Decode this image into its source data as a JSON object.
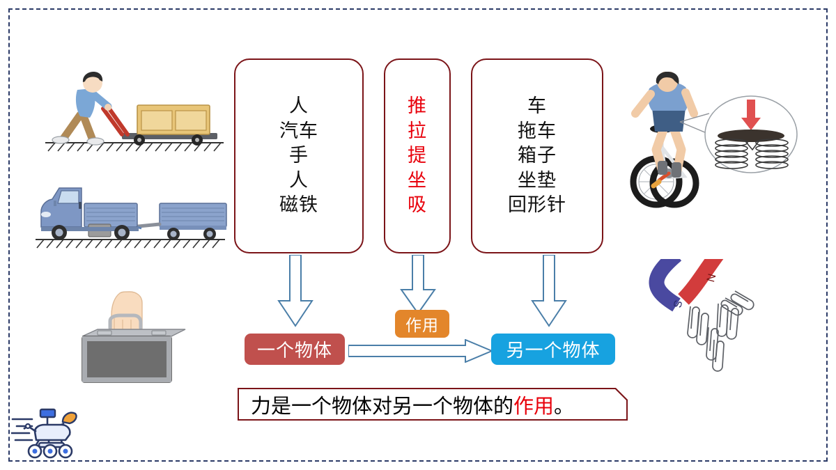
{
  "slide": {
    "title": "力是一个物体对另一个物体的作用",
    "background": "#ffffff",
    "frame_color": "#2b3a67"
  },
  "boxes": {
    "subject": {
      "name": "一个物体",
      "border_color": "#7b1418",
      "text_color": "#111111",
      "items": [
        "人",
        "汽车",
        "手",
        "人",
        "磁铁"
      ]
    },
    "verb": {
      "name": "作用",
      "border_color": "#7b1418",
      "text_color": "#e8000b",
      "items": [
        "推",
        "拉",
        "提",
        "坐",
        "吸"
      ]
    },
    "object": {
      "name": "另一个物体",
      "border_color": "#7b1418",
      "text_color": "#111111",
      "items": [
        "车",
        "拖车",
        "箱子",
        "坐垫",
        "回形针"
      ]
    }
  },
  "pills": {
    "one_object": {
      "label": "一个物体",
      "color": "#c0504d"
    },
    "action": {
      "label": "作用",
      "color": "#e3862b"
    },
    "other_object": {
      "label": "另一个物体",
      "color": "#17a2e0"
    }
  },
  "arrows": {
    "outline_color": "#4a7ea8",
    "fill": "#ffffff",
    "down_count": 3,
    "horizontal_label": ""
  },
  "conclusion": {
    "prefix": "力是一个物体对另一个物体的",
    "highlight": "作用",
    "suffix": "。",
    "border_color": "#7b1418",
    "highlight_color": "#e8000b"
  },
  "illustrations": {
    "cart": "person-pushing-cart-with-crate",
    "truck": "truck-towing-trailer",
    "suitcase": "hand-lifting-suitcase",
    "bicycle": "cyclist-with-seat-spring-callout",
    "magnet": "horseshoe-magnet-attracting-paperclips",
    "magnet_poles": {
      "north": "N",
      "south": "S"
    }
  },
  "logo": {
    "name": "mars-rover-logo"
  }
}
